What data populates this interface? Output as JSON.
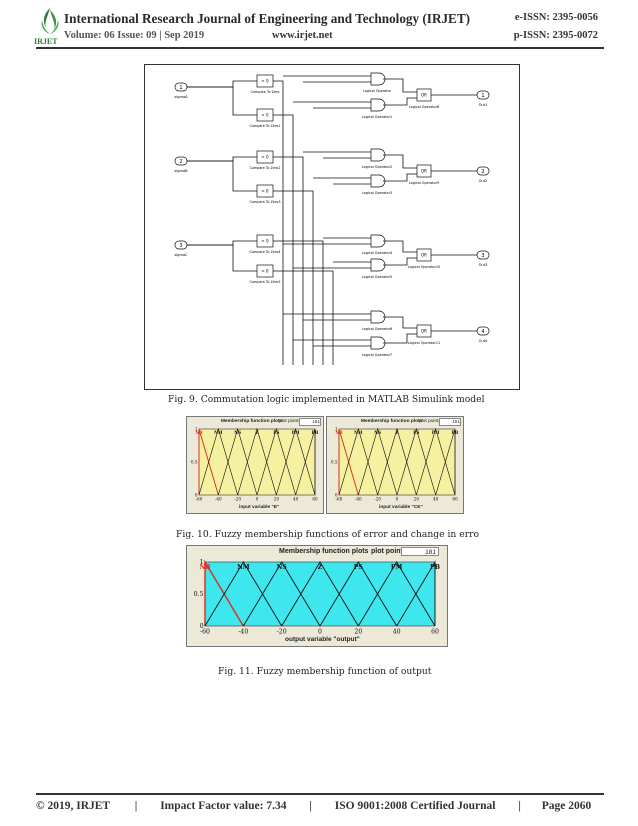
{
  "header": {
    "journal_title": "International Research Journal of Engineering and Technology (IRJET)",
    "volume_line": "Volume: 06 Issue: 09 | Sep 2019",
    "website": "www.irjet.net",
    "e_issn": "e-ISSN: 2395-0056",
    "p_issn": "p-ISSN: 2395-0072",
    "logo_text": "IRJET"
  },
  "figures": {
    "fig9": {
      "caption": "Fig. 9. Commutation logic implemented in MATLAB Simulink model",
      "inputs": [
        {
          "num": "1",
          "label": "sigmaA"
        },
        {
          "num": "2",
          "label": "sigmaB"
        },
        {
          "num": "3",
          "label": "sigmaC"
        }
      ],
      "compare_blocks": [
        "Compare To Zero",
        "Compare To Zero1",
        "Compare To Zero2",
        "Compare To Zero3",
        "Compare To Zero4",
        "Compare To Zero5"
      ],
      "compare_sym": [
        "> 0",
        "< 0",
        "> 0",
        "< 0",
        "> 0",
        "< 0"
      ],
      "and_blocks": [
        "Logical Operator",
        "Logical Operator1",
        "Logical Operator2",
        "Logical Operator3",
        "Logical Operator4",
        "Logical Operator5",
        "Logical Operator6",
        "Logical Operator7"
      ],
      "or_blocks": [
        "Logical Operator8",
        "Logical Operator9",
        "Logical Operator10",
        "Logical Operator11"
      ],
      "or_label": "OR",
      "outputs": [
        {
          "num": "1",
          "label": "Out1"
        },
        {
          "num": "2",
          "label": "Out2"
        },
        {
          "num": "3",
          "label": "Out3"
        },
        {
          "num": "4",
          "label": "Out4"
        }
      ]
    },
    "fig10": {
      "caption": "Fig. 10. Fuzzy membership functions of error and change in erro",
      "panels": [
        {
          "title": "Membership function plots",
          "plot_points_label": "plot points:",
          "plot_points": "181",
          "xlabel": "input variable \"E\""
        },
        {
          "title": "Membership function plots",
          "plot_points_label": "plot points:",
          "plot_points": "181",
          "xlabel": "input variable \"CE\""
        }
      ]
    },
    "fig11": {
      "caption": "Fig. 11. Fuzzy membership function of output",
      "title": "Membership function plots",
      "plot_points_label": "plot points:",
      "plot_points": "181",
      "xlabel": "output variable \"output\""
    }
  },
  "chart_data": [
    {
      "type": "line",
      "title": "Membership function plots",
      "xlabel": "input variable \"E\"",
      "xlim": [
        -60,
        60
      ],
      "ylim": [
        0,
        1
      ],
      "xticks": [
        "-60",
        "-40",
        "-20",
        "0",
        "20",
        "40",
        "60"
      ],
      "yticks": [
        "0",
        "0.5",
        "1"
      ],
      "grid": false,
      "series": [
        {
          "name": "NB",
          "x": [
            -60,
            -60,
            -40
          ],
          "y": [
            0,
            1,
            0
          ]
        },
        {
          "name": "NM",
          "x": [
            -60,
            -40,
            -20
          ],
          "y": [
            0,
            1,
            0
          ]
        },
        {
          "name": "NS",
          "x": [
            -40,
            -20,
            0
          ],
          "y": [
            0,
            1,
            0
          ]
        },
        {
          "name": "Z",
          "x": [
            -20,
            0,
            20
          ],
          "y": [
            0,
            1,
            0
          ]
        },
        {
          "name": "PS",
          "x": [
            0,
            20,
            40
          ],
          "y": [
            0,
            1,
            0
          ]
        },
        {
          "name": "PM",
          "x": [
            20,
            40,
            60
          ],
          "y": [
            0,
            1,
            0
          ]
        },
        {
          "name": "PB",
          "x": [
            40,
            60,
            60
          ],
          "y": [
            0,
            1,
            0
          ]
        }
      ]
    },
    {
      "type": "line",
      "title": "Membership function plots",
      "xlabel": "input variable \"CE\"",
      "xlim": [
        -60,
        60
      ],
      "ylim": [
        0,
        1
      ],
      "xticks": [
        "-60",
        "-40",
        "-20",
        "0",
        "20",
        "40",
        "60"
      ],
      "yticks": [
        "0",
        "0.5",
        "1"
      ],
      "grid": false,
      "series": [
        {
          "name": "NB",
          "x": [
            -60,
            -60,
            -40
          ],
          "y": [
            0,
            1,
            0
          ]
        },
        {
          "name": "NM",
          "x": [
            -60,
            -40,
            -20
          ],
          "y": [
            0,
            1,
            0
          ]
        },
        {
          "name": "NS",
          "x": [
            -40,
            -20,
            0
          ],
          "y": [
            0,
            1,
            0
          ]
        },
        {
          "name": "Z",
          "x": [
            -20,
            0,
            20
          ],
          "y": [
            0,
            1,
            0
          ]
        },
        {
          "name": "PS",
          "x": [
            0,
            20,
            40
          ],
          "y": [
            0,
            1,
            0
          ]
        },
        {
          "name": "PM",
          "x": [
            20,
            40,
            60
          ],
          "y": [
            0,
            1,
            0
          ]
        },
        {
          "name": "PB",
          "x": [
            40,
            60,
            60
          ],
          "y": [
            0,
            1,
            0
          ]
        }
      ]
    },
    {
      "type": "line",
      "title": "Membership function plots",
      "xlabel": "output variable \"output\"",
      "xlim": [
        -60,
        60
      ],
      "ylim": [
        0,
        1
      ],
      "xticks": [
        "-60",
        "-40",
        "-20",
        "0",
        "20",
        "40",
        "60"
      ],
      "yticks": [
        "0",
        "0.5",
        "1"
      ],
      "grid": false,
      "series": [
        {
          "name": "NB",
          "x": [
            -60,
            -60,
            -40
          ],
          "y": [
            0,
            1,
            0
          ]
        },
        {
          "name": "NM",
          "x": [
            -60,
            -40,
            -20
          ],
          "y": [
            0,
            1,
            0
          ]
        },
        {
          "name": "NS",
          "x": [
            -40,
            -20,
            0
          ],
          "y": [
            0,
            1,
            0
          ]
        },
        {
          "name": "Z",
          "x": [
            -20,
            0,
            20
          ],
          "y": [
            0,
            1,
            0
          ]
        },
        {
          "name": "PS",
          "x": [
            0,
            20,
            40
          ],
          "y": [
            0,
            1,
            0
          ]
        },
        {
          "name": "PM",
          "x": [
            20,
            40,
            60
          ],
          "y": [
            0,
            1,
            0
          ]
        },
        {
          "name": "PB",
          "x": [
            40,
            60,
            60
          ],
          "y": [
            0,
            1,
            0
          ]
        }
      ]
    }
  ],
  "colors": {
    "fig10_plot_bg": "#f6f1a0",
    "fig11_plot_bg": "#3ee7ee",
    "highlight_mf": "#d8301c",
    "mf_line": "#111111",
    "header_rule": "#333333"
  },
  "footer": {
    "copyright": "© 2019, IRJET",
    "impact_factor": "Impact Factor value: 7.34",
    "iso": "ISO 9001:2008 Certified Journal",
    "page": "Page 2060",
    "sep": "|"
  }
}
